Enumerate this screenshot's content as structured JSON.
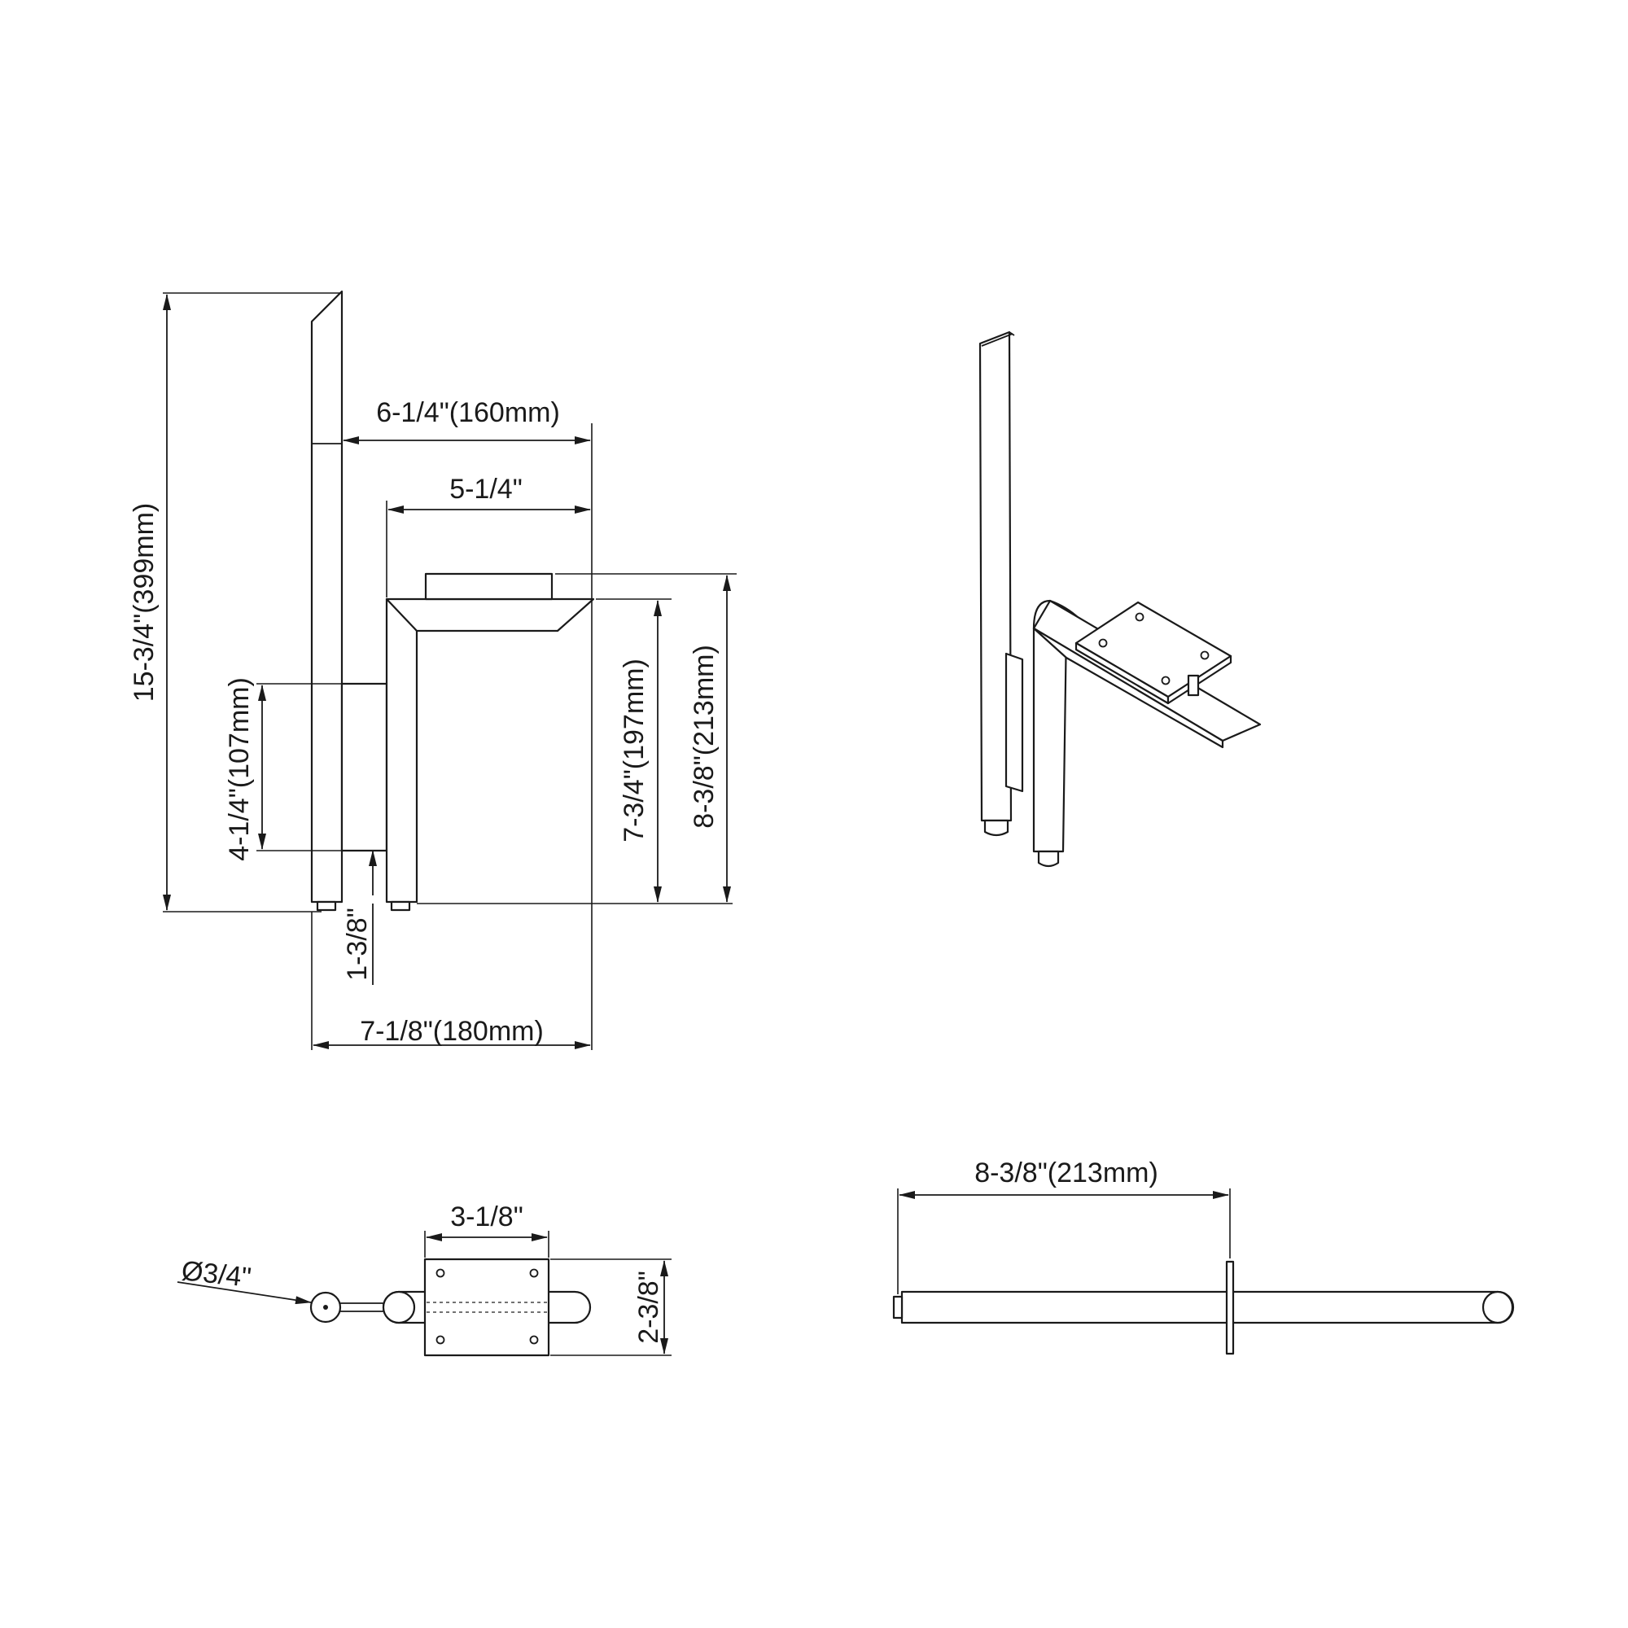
{
  "views": {
    "front": {
      "dimensions": {
        "overall_height": "15-3/4\"(399mm)",
        "arm_reach": "6-1/4\"(160mm)",
        "arm_inner": "5-1/4\"",
        "backplate_height": "4-1/4\"(107mm)",
        "arm_height": "7-3/4\"(197mm)",
        "total_arm_height": "8-3/8\"(213mm)",
        "bottom_offset": "1-3/8\"",
        "overall_width": "7-1/8\"(180mm)"
      }
    },
    "bottom": {
      "dimensions": {
        "tube_diameter": "Ø3/4\"",
        "plate_width": "3-1/8\"",
        "plate_height": "2-3/8\""
      }
    },
    "side": {
      "dimensions": {
        "depth": "8-3/8\"(213mm)"
      }
    }
  }
}
